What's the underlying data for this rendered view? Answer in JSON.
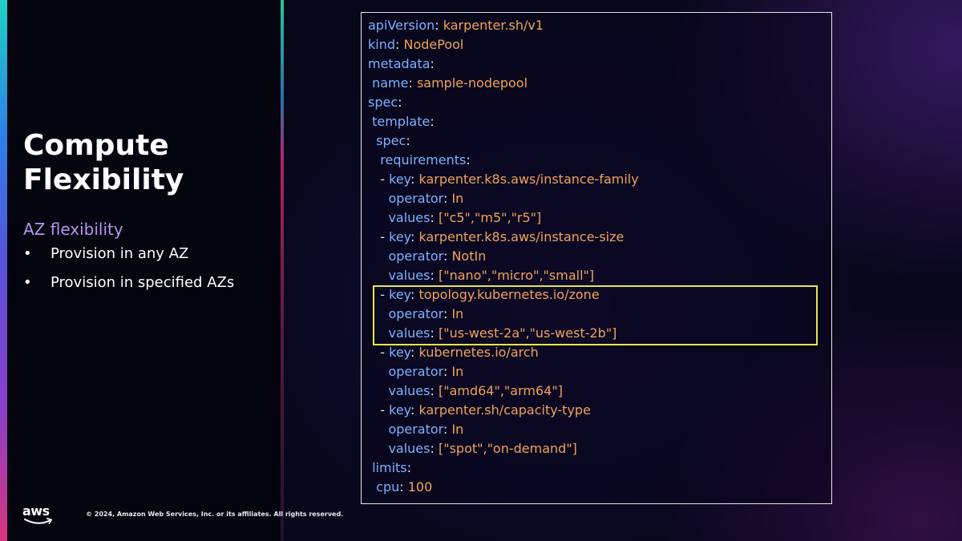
{
  "slide": {
    "title": "Compute Flexibility",
    "subtitle": "AZ flexibility",
    "bullets": [
      "Provision in any AZ",
      "Provision in specified AZs"
    ]
  },
  "footer": {
    "logo_text": "aws",
    "copyright": "© 2024, Amazon Web Services, Inc. or its affiliates. All rights reserved."
  },
  "code_lines": [
    {
      "indent": "",
      "key": "apiVersion",
      "sep": ": ",
      "value": "karpenter.sh/v1"
    },
    {
      "indent": "",
      "key": "kind",
      "sep": ": ",
      "value": "NodePool"
    },
    {
      "indent": "",
      "key": "metadata",
      "sep": ":",
      "value": ""
    },
    {
      "indent": " ",
      "key": "name",
      "sep": ": ",
      "value": "sample-nodepool"
    },
    {
      "indent": "",
      "key": "spec",
      "sep": ":",
      "value": ""
    },
    {
      "indent": " ",
      "key": "template",
      "sep": ":",
      "value": ""
    },
    {
      "indent": "  ",
      "key": "spec",
      "sep": ":",
      "value": ""
    },
    {
      "indent": "   ",
      "key": "requirements",
      "sep": ":",
      "value": ""
    },
    {
      "indent": "   - ",
      "key": "key",
      "sep": ": ",
      "value": "karpenter.k8s.aws/instance-family"
    },
    {
      "indent": "     ",
      "key": "operator",
      "sep": ": ",
      "value": "In"
    },
    {
      "indent": "     ",
      "key": "values",
      "sep": ": ",
      "value": "[\"c5\",\"m5\",\"r5\"]"
    },
    {
      "indent": "   - ",
      "key": "key",
      "sep": ": ",
      "value": "karpenter.k8s.aws/instance-size"
    },
    {
      "indent": "     ",
      "key": "operator",
      "sep": ": ",
      "value": "NotIn"
    },
    {
      "indent": "     ",
      "key": "values",
      "sep": ": ",
      "value": "[\"nano\",\"micro\",\"small\"]"
    },
    {
      "indent": "   - ",
      "key": "key",
      "sep": ": ",
      "value": "topology.kubernetes.io/zone"
    },
    {
      "indent": "     ",
      "key": "operator",
      "sep": ": ",
      "value": "In"
    },
    {
      "indent": "     ",
      "key": "values",
      "sep": ": ",
      "value": "[\"us-west-2a\",\"us-west-2b\"]"
    },
    {
      "indent": "   - ",
      "key": "key",
      "sep": ": ",
      "value": "kubernetes.io/arch"
    },
    {
      "indent": "     ",
      "key": "operator",
      "sep": ": ",
      "value": "In"
    },
    {
      "indent": "     ",
      "key": "values",
      "sep": ": ",
      "value": "[\"amd64\",\"arm64\"]"
    },
    {
      "indent": "   - ",
      "key": "key",
      "sep": ": ",
      "value": "karpenter.sh/capacity-type"
    },
    {
      "indent": "     ",
      "key": "operator",
      "sep": ": ",
      "value": "In"
    },
    {
      "indent": "     ",
      "key": "values",
      "sep": ": ",
      "value": "[\"spot\",\"on-demand\"]"
    },
    {
      "indent": " ",
      "key": "limits",
      "sep": ":",
      "value": ""
    },
    {
      "indent": "  ",
      "key": "cpu",
      "sep": ": ",
      "value": "100"
    }
  ],
  "colors": {
    "key": "#7ab3ff",
    "value": "#f0a35c",
    "highlight": "#e6e64a",
    "subtitle": "#b694f0"
  }
}
